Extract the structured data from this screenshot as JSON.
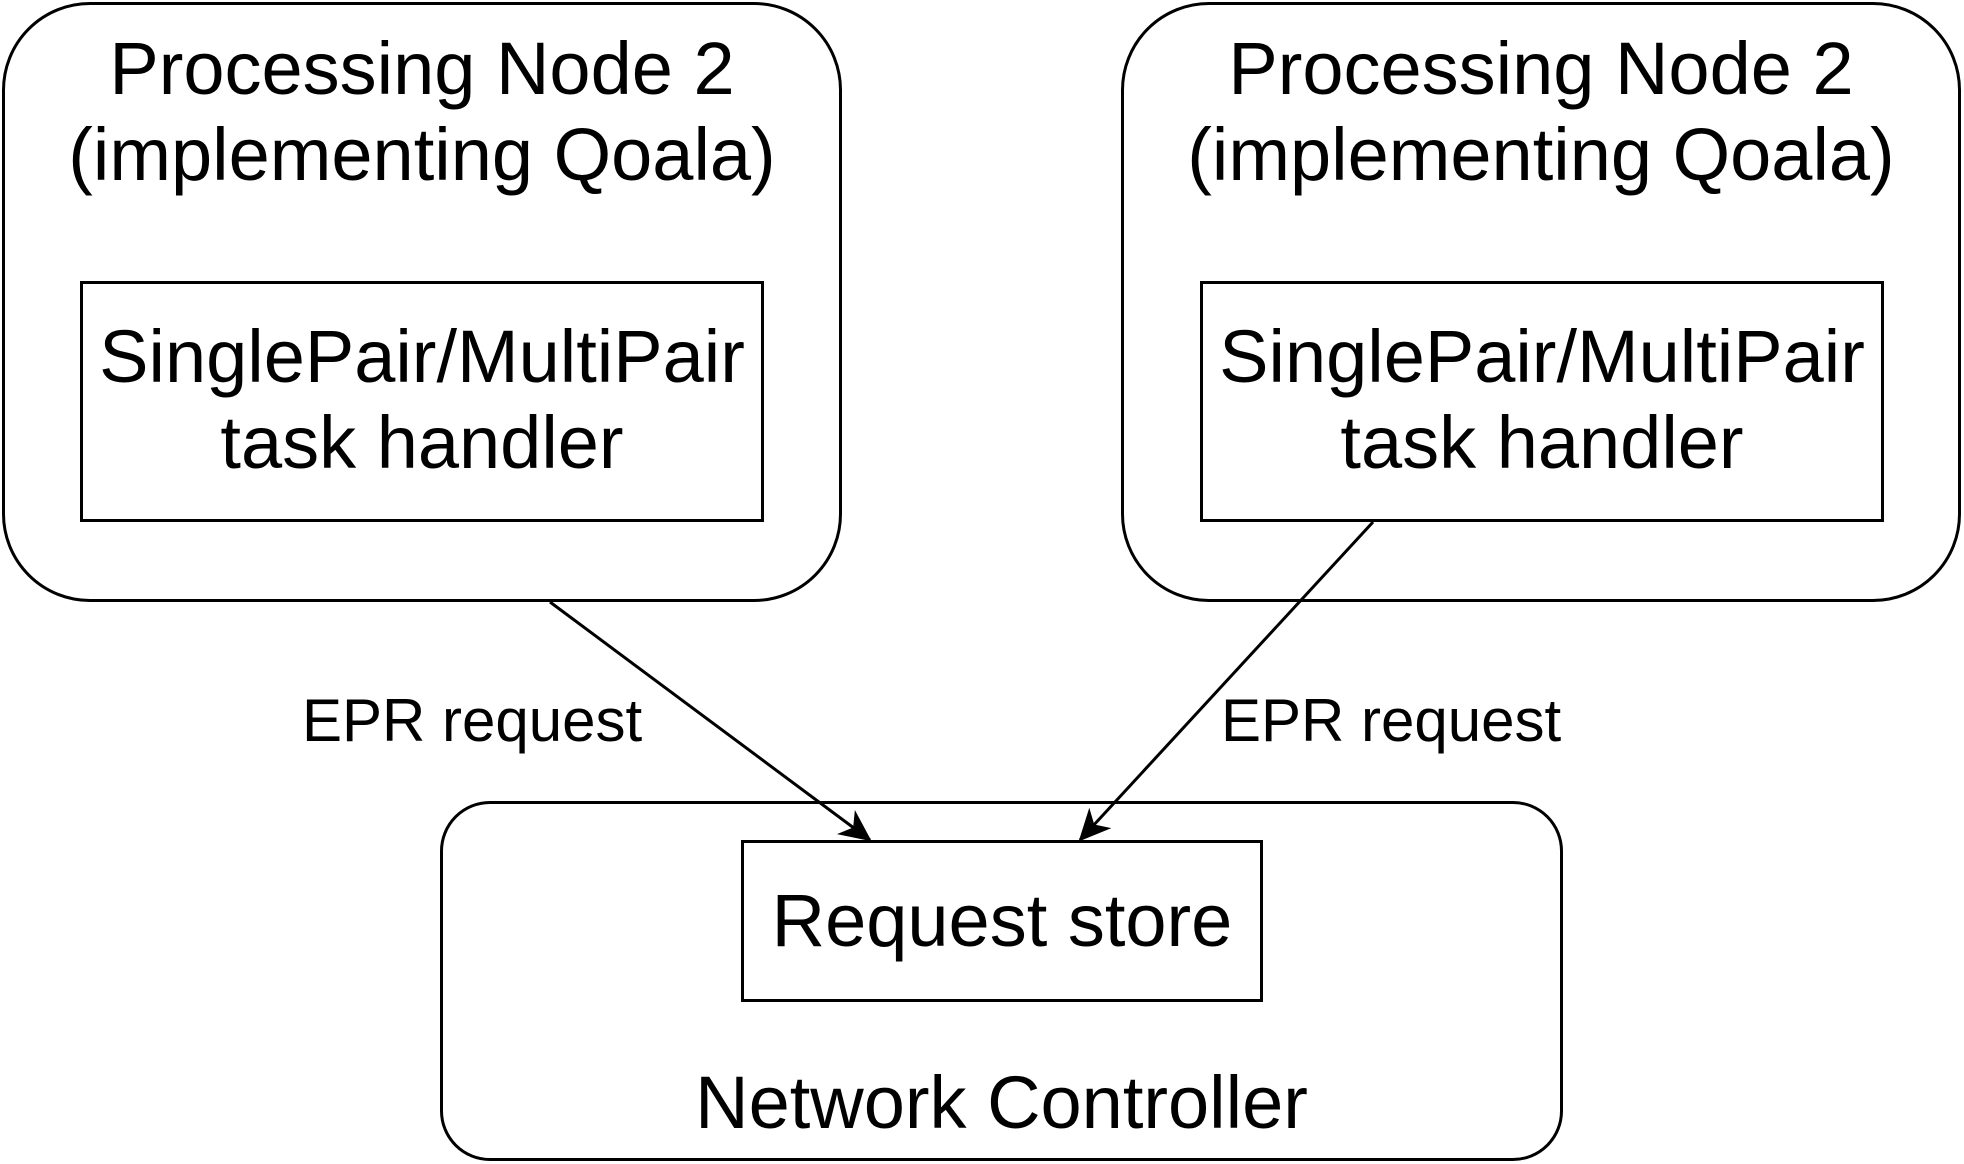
{
  "nodes": {
    "left": {
      "title_line1": "Processing Node 2",
      "title_line2": "(implementing Qoala)",
      "handler_line1": "SinglePair/MultiPair",
      "handler_line2": "task handler"
    },
    "right": {
      "title_line1": "Processing Node 2",
      "title_line2": "(implementing Qoala)",
      "handler_line1": "SinglePair/MultiPair",
      "handler_line2": "task handler"
    }
  },
  "controller": {
    "title": "Network Controller",
    "store_label": "Request store"
  },
  "edges": {
    "left_label": "EPR request",
    "right_label": "EPR request"
  },
  "colors": {
    "stroke": "#000000",
    "background": "#ffffff"
  }
}
